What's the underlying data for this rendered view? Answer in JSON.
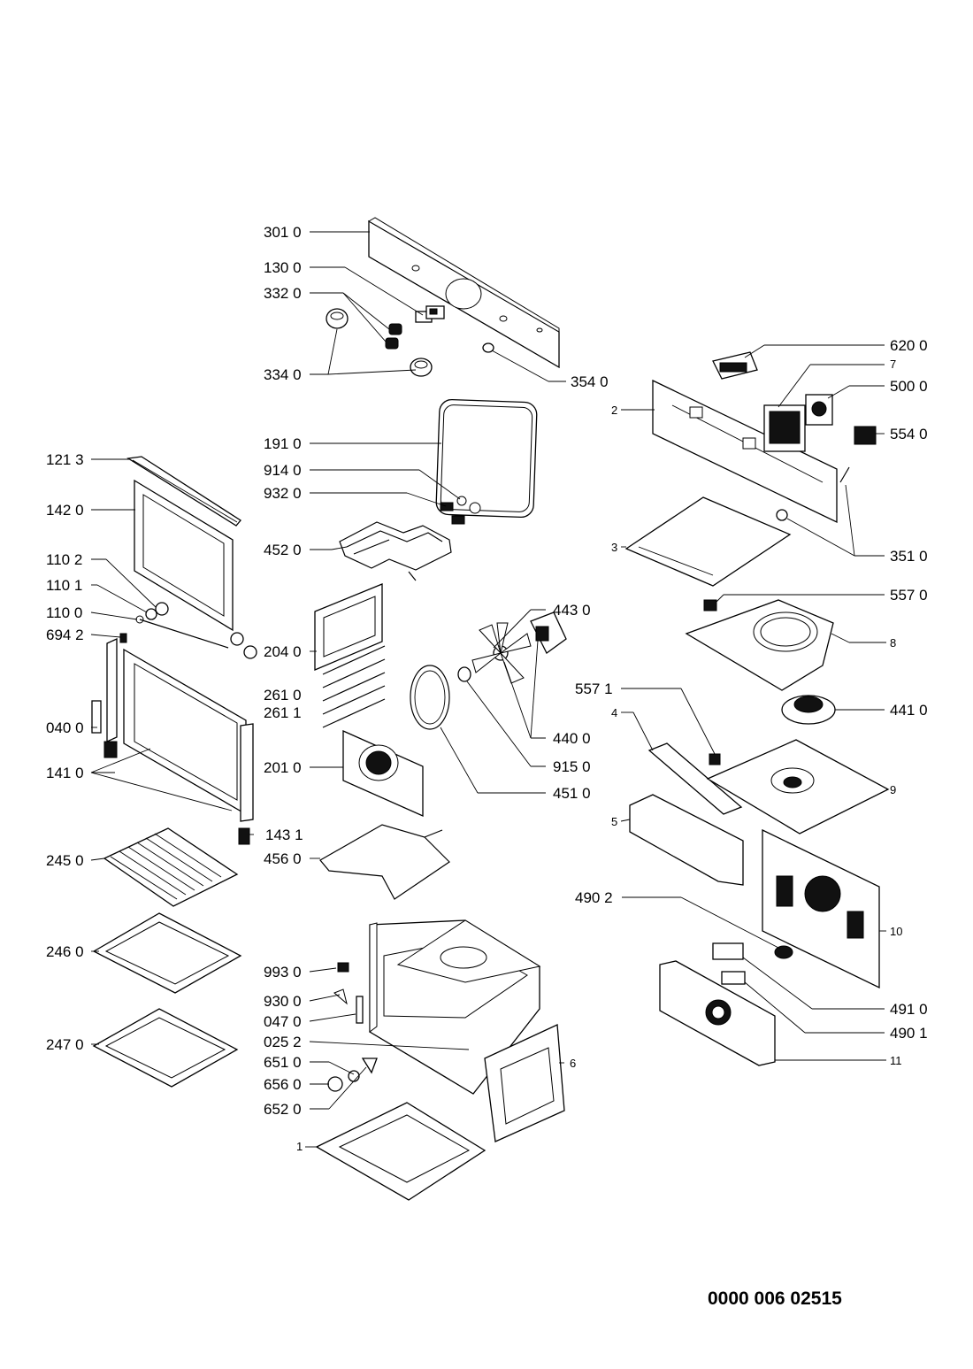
{
  "document_number": "0000 006 02515",
  "labels": {
    "l3010": "301 0",
    "l1300": "130 0",
    "l3320": "332 0",
    "l3340": "334 0",
    "l3540": "354 0",
    "l1910": "191 0",
    "l9140": "914 0",
    "l9320": "932 0",
    "l4520": "452 0",
    "l1213": "121 3",
    "l1420": "142 0",
    "l1102": "110 2",
    "l1101": "110 1",
    "l1100": "110 0",
    "l6942": "694 2",
    "l0400": "040 0",
    "l1410": "141 0",
    "l2040": "204 0",
    "l2610": "261 0",
    "l2611": "261 1",
    "l2010": "201 0",
    "l4430": "443 0",
    "l4400": "440 0",
    "l9150": "915 0",
    "l4510": "451 0",
    "l1431": "143 1",
    "l4560": "456 0",
    "l2450": "245 0",
    "l2460": "246 0",
    "l2470": "247 0",
    "l9930": "993 0",
    "l9300": "930 0",
    "l0470": "047 0",
    "l0252": "025 2",
    "l6510": "651 0",
    "l6560": "656 0",
    "l6520": "652 0",
    "l1": "1",
    "l6200": "620 0",
    "l7": "7",
    "l5000": "500 0",
    "l2": "2",
    "l5540": "554 0",
    "l3": "3",
    "l3510": "351 0",
    "l5570": "557 0",
    "l8": "8",
    "l4410": "441 0",
    "l5571": "557 1",
    "l4": "4",
    "l9": "9",
    "l5": "5",
    "l4902": "490 2",
    "l10": "10",
    "l4910": "491 0",
    "l4901": "490 1",
    "l11": "11",
    "l6": "6"
  }
}
